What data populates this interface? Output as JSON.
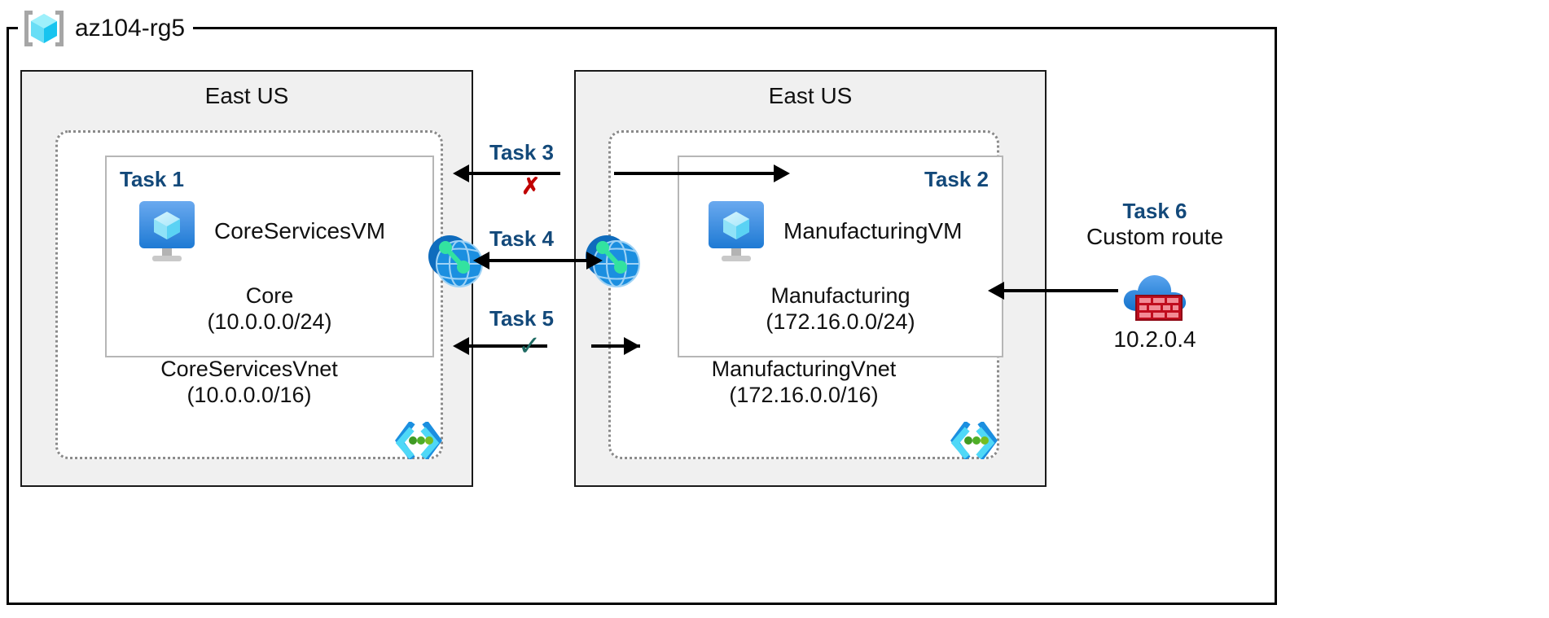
{
  "diagram": {
    "title": "az104-rg5",
    "resource_group": {
      "name": "az104-rg5",
      "icon": "resource-group-icon"
    },
    "regions": [
      {
        "id": "left",
        "label": "East US",
        "vnet": {
          "name": "CoreServicesVnet",
          "cidr": "(10.0.0.0/16)",
          "subnet_icon": "subnet-icon"
        },
        "subnet": {
          "name": "Core",
          "cidr": "(10.0.0.0/24)"
        },
        "task_tag": "Task 1",
        "vm": {
          "name": "CoreServicesVM",
          "icon": "virtual-machine-icon"
        }
      },
      {
        "id": "right",
        "label": "East US",
        "vnet": {
          "name": "ManufacturingVnet",
          "cidr": "(172.16.0.0/16)",
          "subnet_icon": "subnet-icon"
        },
        "subnet": {
          "name": "Manufacturing",
          "cidr": "(172.16.0.0/24)"
        },
        "task_tag": "Task 2",
        "vm": {
          "name": "ManufacturingVM",
          "icon": "virtual-machine-icon"
        }
      }
    ],
    "connections": [
      {
        "id": "task3",
        "label": "Task 3",
        "marker": "✗",
        "marker_type": "cross",
        "marker_color": "#c00000",
        "direction": "bidirectional"
      },
      {
        "id": "task4",
        "label": "Task 4",
        "marker": "",
        "marker_type": "peering",
        "direction": "bidirectional",
        "icon": "vnet-peering-icon"
      },
      {
        "id": "task5",
        "label": "Task 5",
        "marker": "✓",
        "marker_type": "check",
        "marker_color": "#1f6b63",
        "direction": "bidirectional"
      }
    ],
    "external": {
      "task_tag": "Task 6",
      "label": "Custom route",
      "ip": "10.2.0.4",
      "icon": "firewall-icon"
    },
    "colors": {
      "task_label": "#13497a",
      "cross": "#c00000",
      "check": "#1f6b63",
      "region_fill": "#f0f0f0",
      "vnet_border": "#8a8a8a",
      "subnet_border": "#b6b6b6",
      "azure_blue": "#0078d4"
    }
  }
}
